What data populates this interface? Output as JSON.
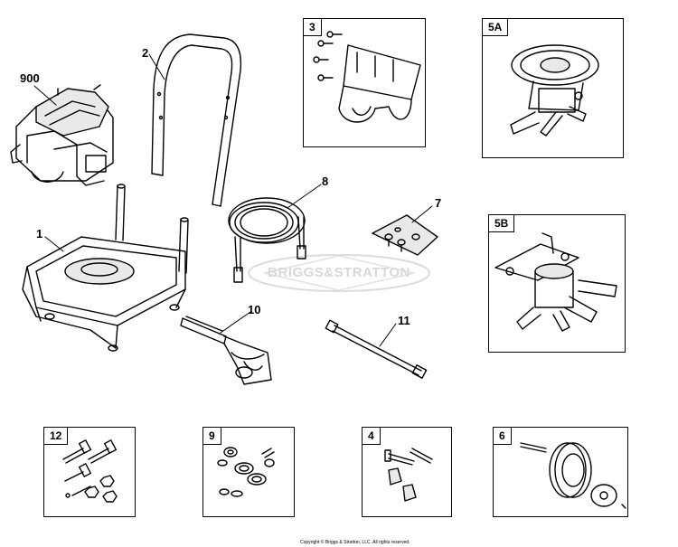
{
  "diagram": {
    "callouts": {
      "engine": "900",
      "handle": "2",
      "frame": "1",
      "hose": "8",
      "hardware_plate": "7",
      "spray_gun": "10",
      "wand": "11"
    },
    "boxes": {
      "mount_kit": "3",
      "pump_a": "5A",
      "pump_b": "5B",
      "bolts_nuts": "12",
      "hardware_kit": "9",
      "bolt_knob_kit": "4",
      "wheel_kit": "6"
    },
    "watermark": "BRIGGS&STRATTON",
    "copyright": "Copyright © Briggs & Stratton, LLC. All rights reserved."
  }
}
